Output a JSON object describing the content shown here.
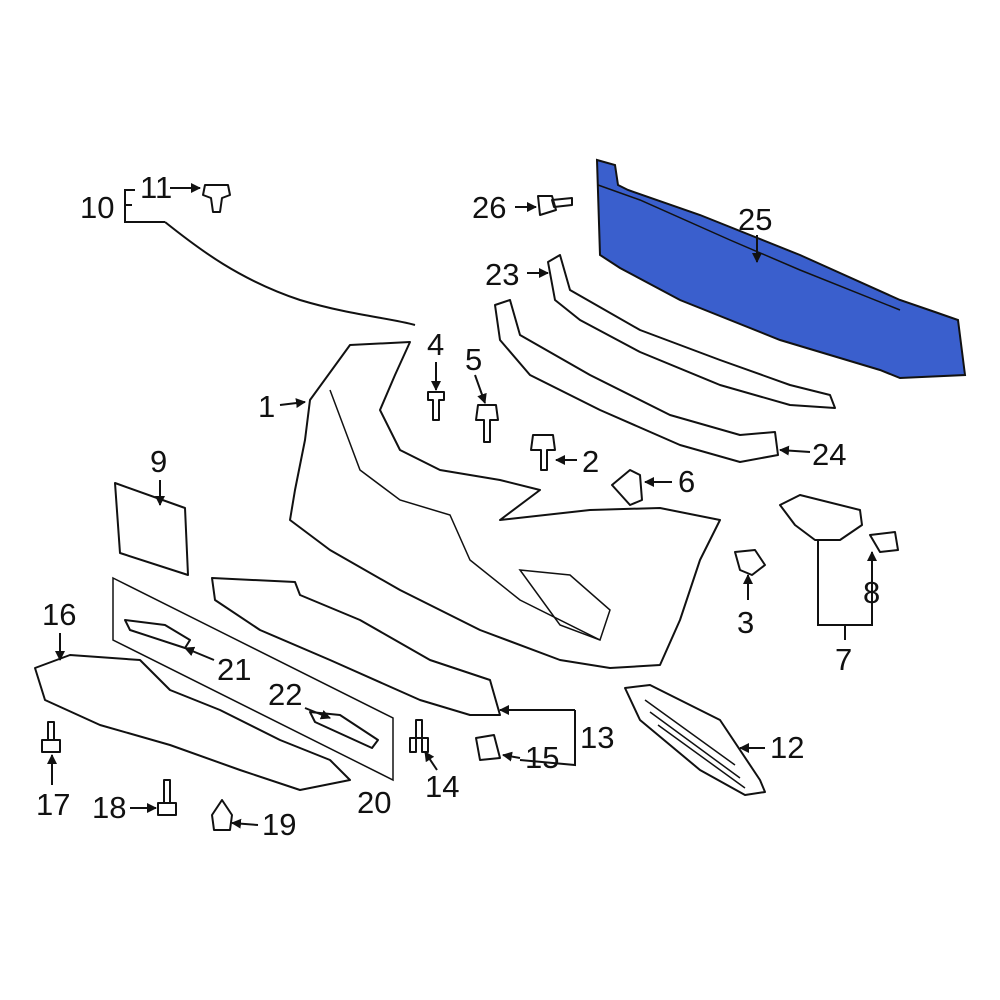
{
  "diagram": {
    "highlight_color": "#3a5fcd",
    "highlighted_part": "25",
    "callouts": [
      "1",
      "2",
      "3",
      "4",
      "5",
      "6",
      "7",
      "8",
      "9",
      "10",
      "11",
      "12",
      "13",
      "14",
      "15",
      "16",
      "17",
      "18",
      "19",
      "20",
      "21",
      "22",
      "23",
      "24",
      "25",
      "26"
    ]
  }
}
